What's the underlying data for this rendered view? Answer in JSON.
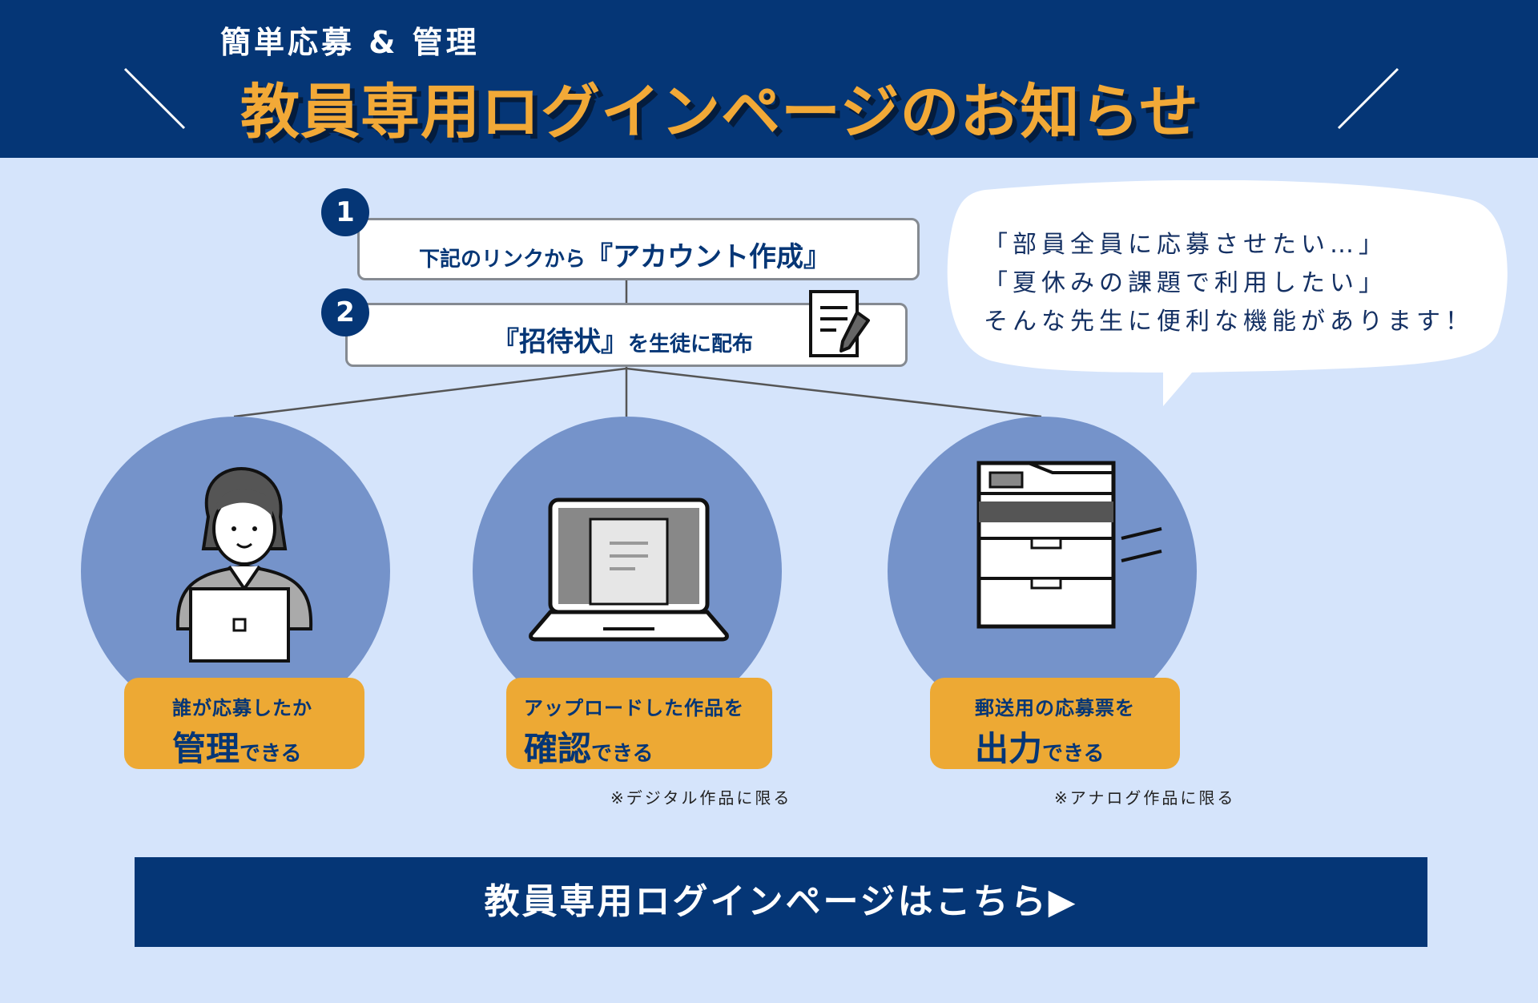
{
  "header": {
    "subtitle": "簡単応募 & 管理",
    "title": "教員専用ログインページのお知らせ"
  },
  "steps": [
    {
      "number": "1",
      "text": "下記のリンクから",
      "highlight": "『アカウント作成』"
    },
    {
      "number": "2",
      "highlight": "『招待状』",
      "text": "を生徒に配布"
    }
  ],
  "bubble": {
    "lines": [
      "「部員全員に応募させたい…」",
      "「夏休みの課題で利用したい」",
      "そんな先生に便利な機能があります！"
    ]
  },
  "features": [
    {
      "line1": "誰が応募したか",
      "big": "管理",
      "suffix": "できる",
      "note": ""
    },
    {
      "line1": "アップロードした作品を",
      "big": "確認",
      "suffix": "できる",
      "note": "※デジタル作品に限る"
    },
    {
      "line1": "郵送用の応募票を",
      "big": "出力",
      "suffix": "できる",
      "note": "※アナログ作品に限る"
    }
  ],
  "cta": {
    "label": "教員専用ログインページはこちら▶"
  },
  "colors": {
    "navy": "#053676",
    "orange": "#eda934",
    "title_orange": "#f2a937",
    "background": "#d5e4fb",
    "circle": "#7593ca"
  }
}
